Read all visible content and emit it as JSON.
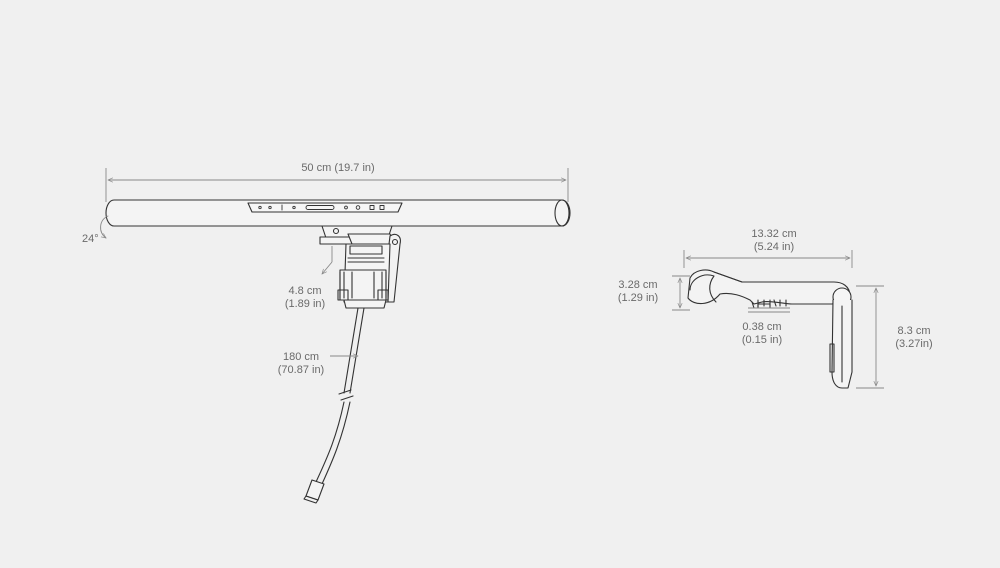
{
  "dimensions": {
    "bar_length": {
      "metric": "50 cm (19.7 in)"
    },
    "tilt_angle": {
      "value": "24°"
    },
    "clamp_depth": {
      "metric": "4.8 cm",
      "imperial": "(1.89 in)"
    },
    "cable_length": {
      "metric": "180 cm",
      "imperial": "(70.87 in)"
    },
    "side_width": {
      "metric": "13.32 cm",
      "imperial": "(5.24 in)"
    },
    "head_height": {
      "metric": "3.28 cm",
      "imperial": "(1.29 in)"
    },
    "lip_height": {
      "metric": "0.38 cm",
      "imperial": "(0.15 in)"
    },
    "clip_height": {
      "metric": "8.3 cm",
      "imperial": "(3.27in)"
    }
  },
  "colors": {
    "background": "#f0f0f0",
    "line": "#333333",
    "dimension_line": "#888888",
    "text": "#6a6a6a"
  }
}
